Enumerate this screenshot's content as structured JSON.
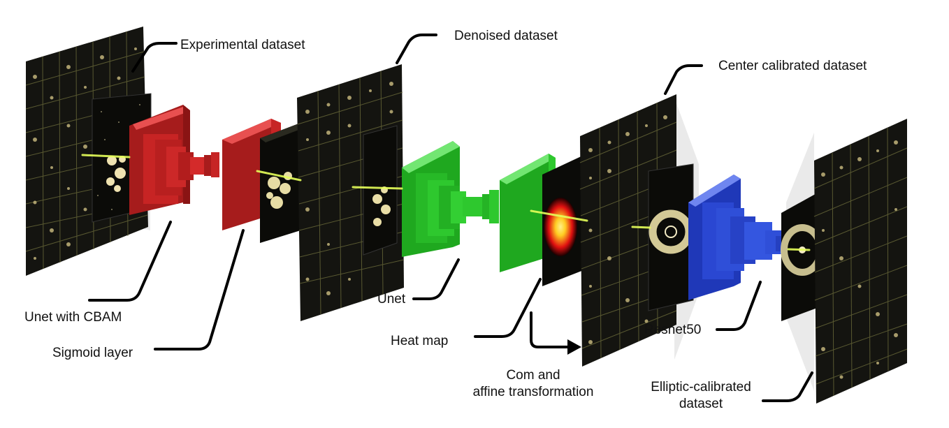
{
  "labels": {
    "experimental": "Experimental dataset",
    "denoised": "Denoised dataset",
    "center_calibrated": "Center calibrated dataset",
    "unet_cbam": "Unet with CBAM",
    "sigmoid": "Sigmoid layer",
    "unet": "Unet",
    "heat_map": "Heat map",
    "com_line1": "Com and",
    "com_line2": "affine transformation",
    "resnet": "Resnet50",
    "elliptic_line1": "Elliptic-calibrated",
    "elliptic_line2": "dataset"
  },
  "colors": {
    "background": "#ffffff",
    "unet_cbam_block": "#d42a2a",
    "unet_block": "#2ec82e",
    "resnet_block": "#2f4fd8",
    "beam": "#e6ff5a",
    "heatmap_core": "#ffcc22",
    "heatmap_outer": "#e01010",
    "panel": "#141410",
    "grid_line": "#6a6a3a",
    "connector": "#000000"
  }
}
